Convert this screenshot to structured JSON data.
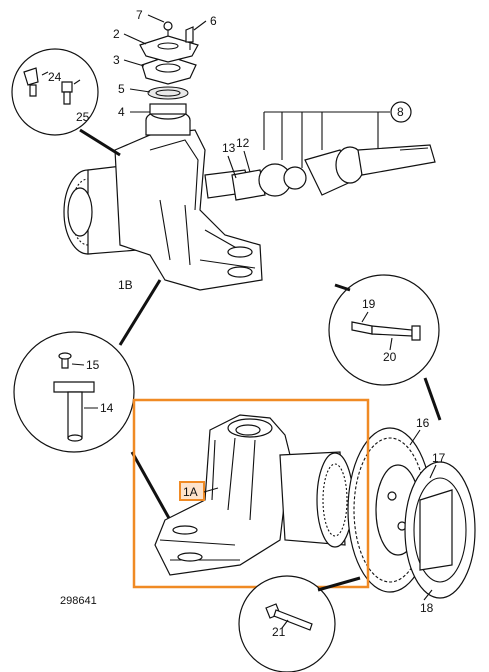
{
  "drawing_ref": "298641",
  "highlight": {
    "label": "1A",
    "color": "#f08a24"
  },
  "callouts": {
    "c1A": "1A",
    "c1B": "1B",
    "c2": "2",
    "c3": "3",
    "c4": "4",
    "c5": "5",
    "c6": "6",
    "c7": "7",
    "c8": "8",
    "c12": "12",
    "c13": "13",
    "c14": "14",
    "c15": "15",
    "c16": "16",
    "c17": "17",
    "c18": "18",
    "c19": "19",
    "c20": "20",
    "c21": "21",
    "c24": "24",
    "c25": "25"
  }
}
